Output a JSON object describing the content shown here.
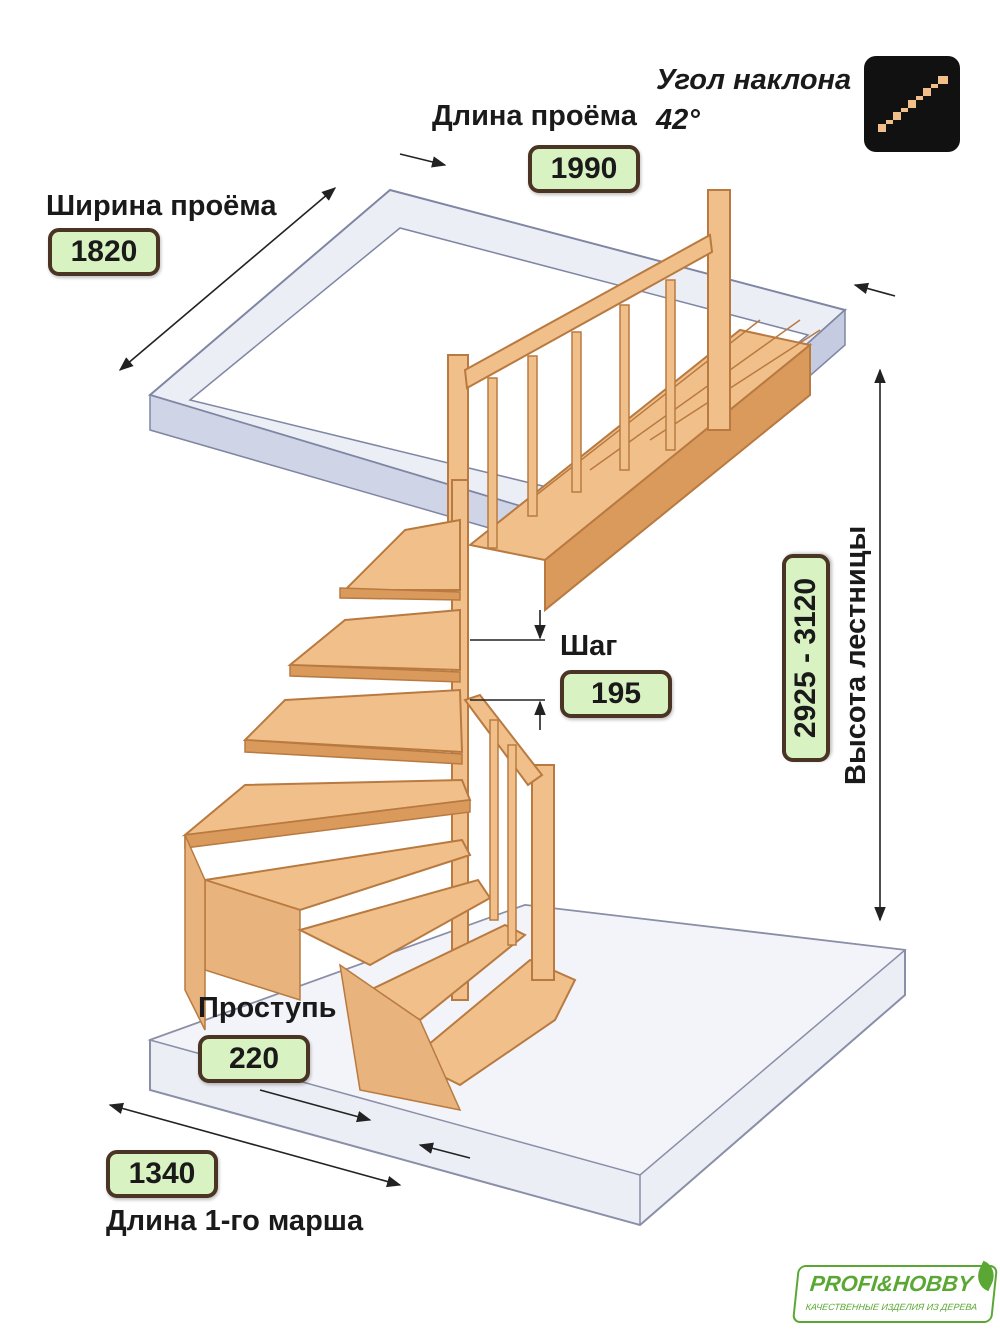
{
  "labels": {
    "opening_length": "Длина проёма",
    "opening_width": "Ширина проёма",
    "angle_title": "Угол наклона",
    "angle_value": "42°",
    "step": "Шаг",
    "tread": "Проступь",
    "first_flight": "Длина 1-го марша",
    "stair_height": "Высота лестницы"
  },
  "values": {
    "opening_length": "1990",
    "opening_width": "1820",
    "step": "195",
    "tread": "220",
    "first_flight": "1340",
    "stair_height": "2925 - 3120"
  },
  "logo": {
    "name": "PROFI&HOBBY",
    "tagline": "КАЧЕСТВЕННЫЕ ИЗДЕЛИЯ ИЗ ДЕРЕВА"
  },
  "colors": {
    "wood": "#f1c08a",
    "wood_dark": "#d99a5c",
    "wood_edge": "#b87a40",
    "glass": "#e6e9f4",
    "badge_fill": "#d9f2c2",
    "badge_border": "#4a3424",
    "brand_green": "#5aa833"
  }
}
